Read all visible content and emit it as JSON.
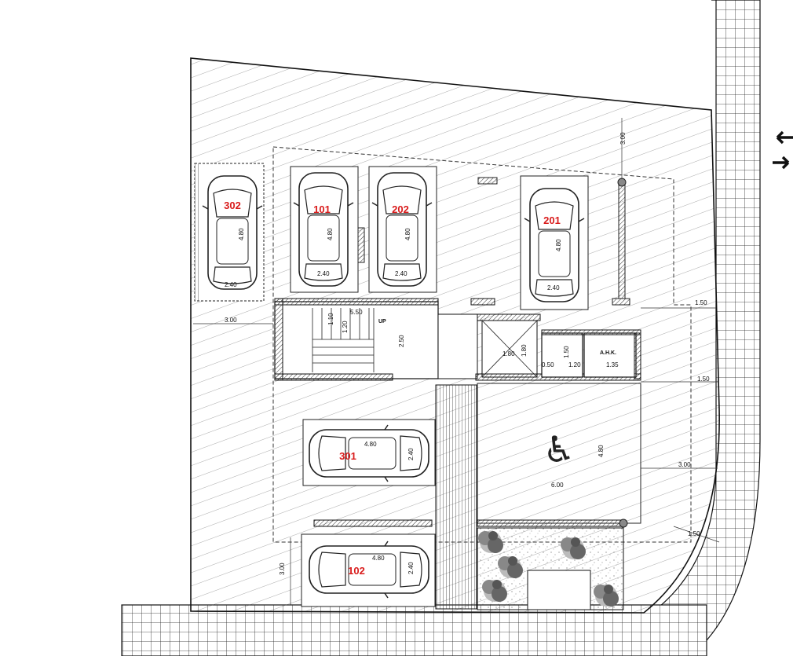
{
  "parking_spots": [
    {
      "id": "302",
      "label": "302",
      "length": "4.80",
      "width": "2.40"
    },
    {
      "id": "101",
      "label": "101",
      "length": "4.80",
      "width": "2.40"
    },
    {
      "id": "202",
      "label": "202",
      "length": "4.80",
      "width": "2.40"
    },
    {
      "id": "201",
      "label": "201",
      "length": "4.80",
      "width": "2.40"
    },
    {
      "id": "301",
      "label": "301",
      "length": "4.80",
      "width": "2.40"
    },
    {
      "id": "102",
      "label": "102",
      "length": "4.80",
      "width": "2.40"
    }
  ],
  "accessible_space": {
    "length": "4.80",
    "width": "6.00"
  },
  "rooms": {
    "ahk_label": "A.H.K.",
    "ahk_width": "1.35",
    "wc_width": "1.20",
    "wc_depth": "1.50",
    "gap": "0.50",
    "lift_width": "1.80",
    "lift_depth": "1.80"
  },
  "stair": {
    "up_label": "UP",
    "width": "5.50",
    "depth": "2.50",
    "landing_a": "1.10",
    "landing_b": "1.20"
  },
  "setbacks": {
    "top": "3.00",
    "left": "3.00",
    "right_upper": "1.50",
    "right_middle": "1.50",
    "right_lower": "3.00",
    "corner": "1.50",
    "bottom_left": "3.00"
  },
  "entrance_arrows": [
    "left-arrow",
    "right-arrow"
  ]
}
